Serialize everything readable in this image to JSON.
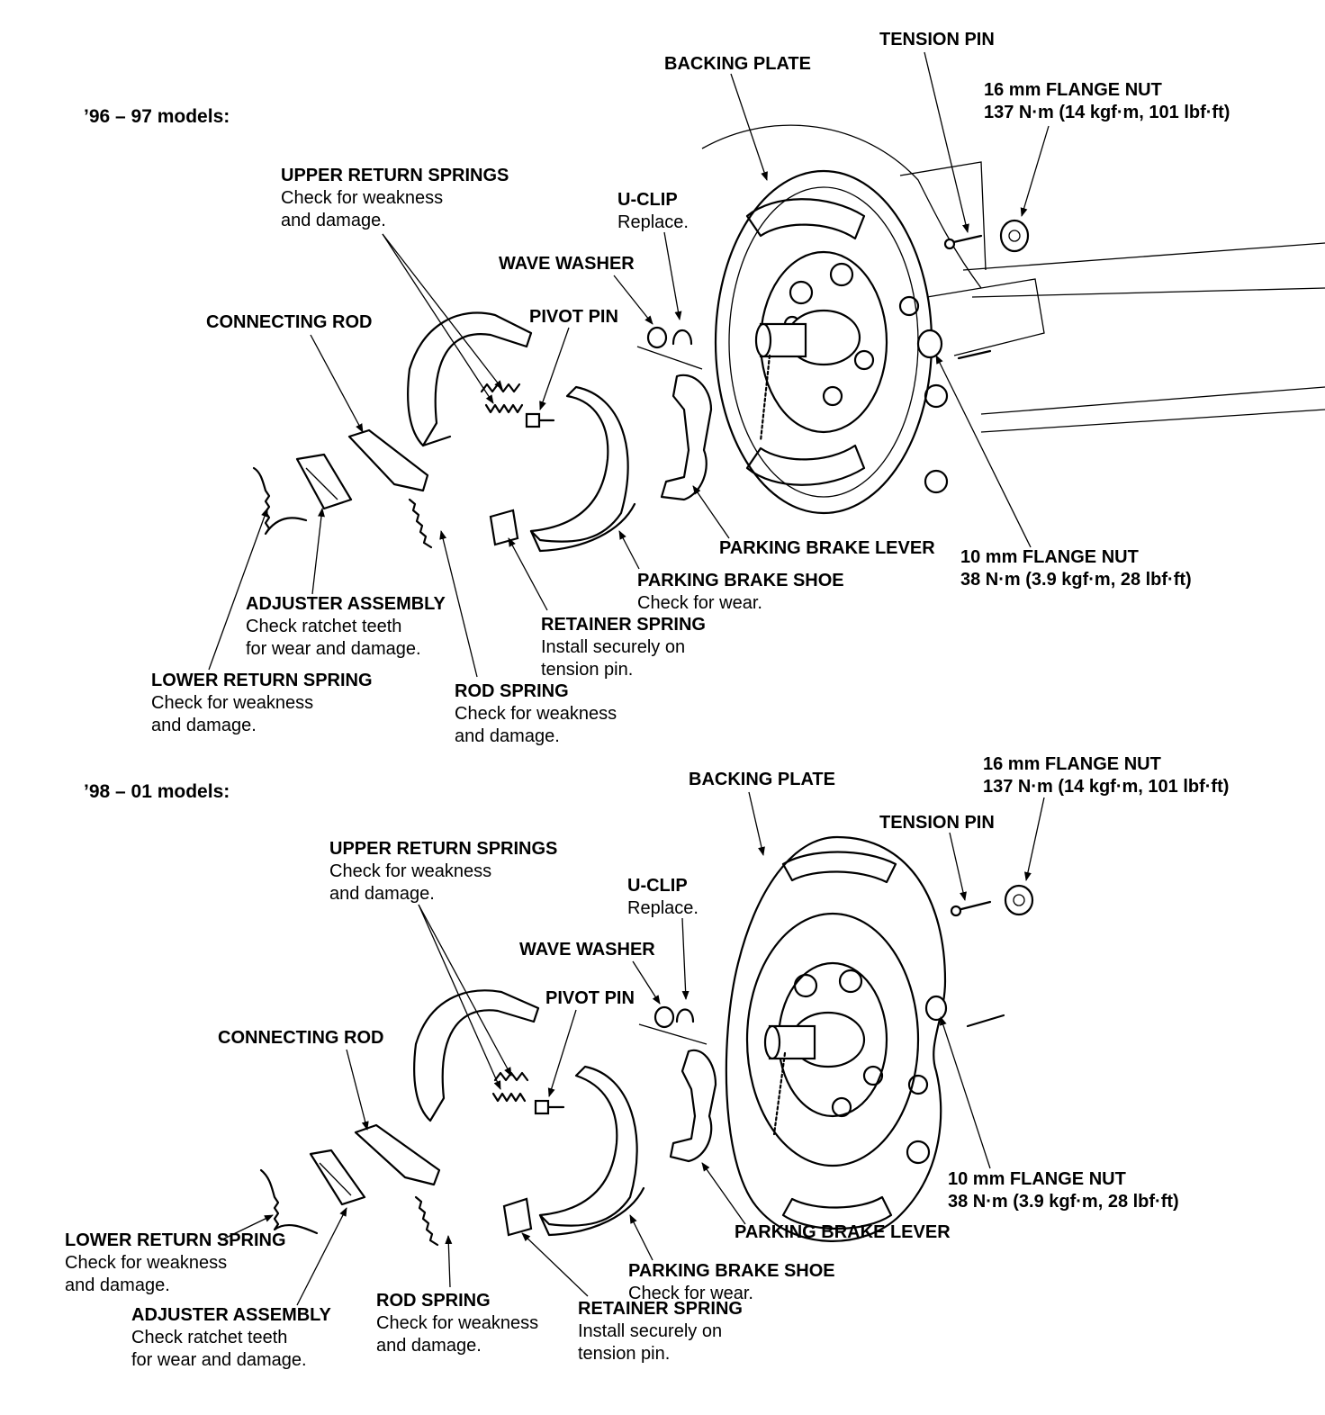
{
  "sections": [
    {
      "heading": "’96 – 97 models:",
      "labels": {
        "tension_pin": {
          "title": "TENSION PIN"
        },
        "backing_plate": {
          "title": "BACKING PLATE"
        },
        "flange_nut_16": {
          "title": "16 mm FLANGE NUT",
          "desc": "137 N·m (14 kgf·m, 101 lbf·ft)"
        },
        "upper_return_springs": {
          "title": "UPPER RETURN SPRINGS",
          "desc1": "Check for weakness",
          "desc2": "and damage."
        },
        "u_clip": {
          "title": "U-CLIP",
          "desc": "Replace."
        },
        "wave_washer": {
          "title": "WAVE WASHER"
        },
        "pivot_pin": {
          "title": "PIVOT PIN"
        },
        "connecting_rod": {
          "title": "CONNECTING ROD"
        },
        "parking_brake_lever": {
          "title": "PARKING BRAKE LEVER"
        },
        "flange_nut_10": {
          "title": "10 mm FLANGE NUT",
          "desc": "38 N·m (3.9 kgf·m, 28 lbf·ft)"
        },
        "parking_brake_shoe": {
          "title": "PARKING BRAKE SHOE",
          "desc": "Check for wear."
        },
        "adjuster_assembly": {
          "title": "ADJUSTER ASSEMBLY",
          "desc1": "Check ratchet teeth",
          "desc2": "for wear and damage."
        },
        "retainer_spring": {
          "title": "RETAINER SPRING",
          "desc1": "Install securely on",
          "desc2": "tension pin."
        },
        "lower_return_spring": {
          "title": "LOWER RETURN SPRING",
          "desc1": "Check for weakness",
          "desc2": "and damage."
        },
        "rod_spring": {
          "title": "ROD SPRING",
          "desc1": "Check for weakness",
          "desc2": "and damage."
        }
      }
    },
    {
      "heading": "’98 – 01 models:",
      "labels": {
        "backing_plate": {
          "title": "BACKING PLATE"
        },
        "flange_nut_16": {
          "title": "16 mm FLANGE NUT",
          "desc": "137 N·m (14 kgf·m, 101 lbf·ft)"
        },
        "tension_pin": {
          "title": "TENSION PIN"
        },
        "upper_return_springs": {
          "title": "UPPER RETURN SPRINGS",
          "desc1": "Check for weakness",
          "desc2": "and damage."
        },
        "u_clip": {
          "title": "U-CLIP",
          "desc": "Replace."
        },
        "wave_washer": {
          "title": "WAVE WASHER"
        },
        "pivot_pin": {
          "title": "PIVOT PIN"
        },
        "connecting_rod": {
          "title": "CONNECTING ROD"
        },
        "flange_nut_10": {
          "title": "10 mm FLANGE NUT",
          "desc": "38 N·m (3.9 kgf·m, 28 lbf·ft)"
        },
        "parking_brake_lever": {
          "title": "PARKING BRAKE LEVER"
        },
        "lower_return_spring": {
          "title": "LOWER RETURN SPRING",
          "desc1": "Check for weakness",
          "desc2": "and damage."
        },
        "parking_brake_shoe": {
          "title": "PARKING BRAKE SHOE",
          "desc": "Check for wear."
        },
        "adjuster_assembly": {
          "title": "ADJUSTER ASSEMBLY",
          "desc1": "Check ratchet teeth",
          "desc2": "for wear and damage."
        },
        "rod_spring": {
          "title": "ROD SPRING",
          "desc1": "Check for weakness",
          "desc2": "and damage."
        },
        "retainer_spring": {
          "title": "RETAINER SPRING",
          "desc1": "Install securely on",
          "desc2": "tension pin."
        }
      }
    }
  ]
}
